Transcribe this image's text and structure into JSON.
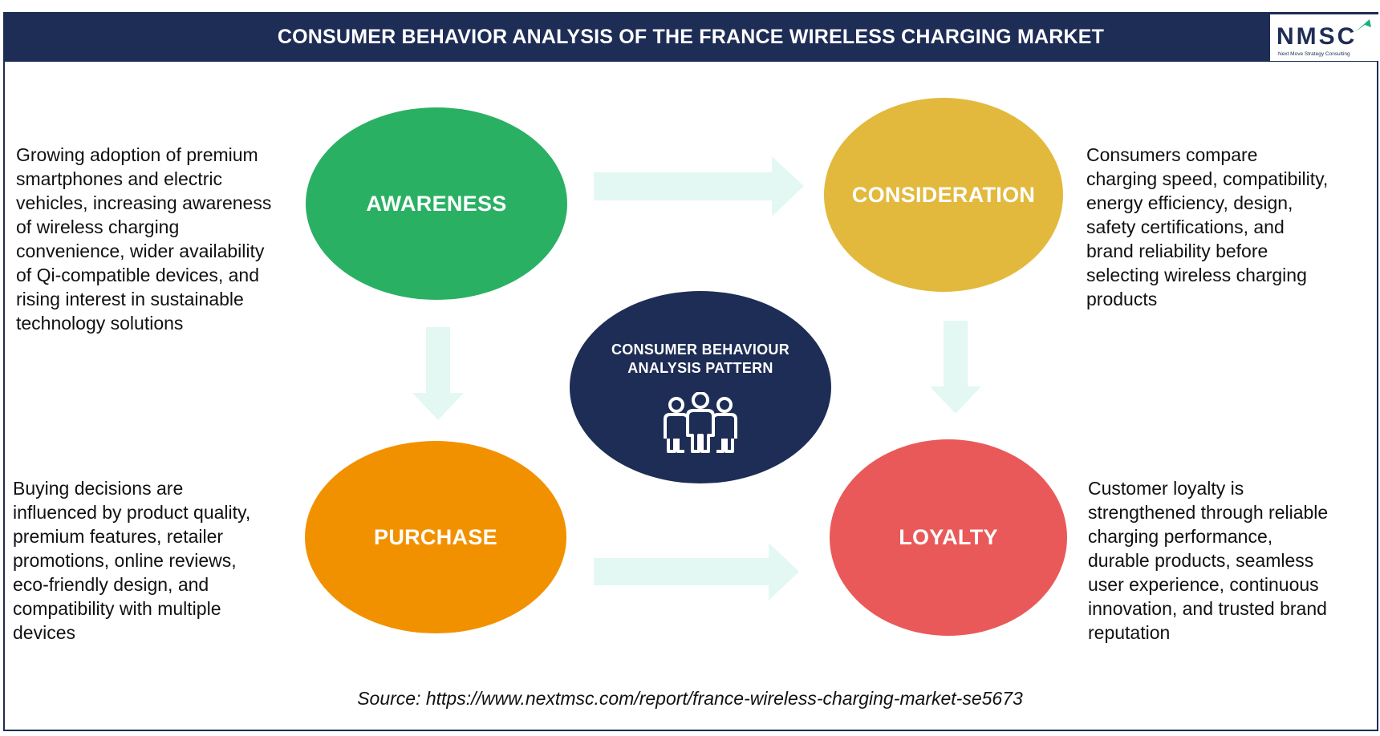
{
  "header": {
    "title": "CONSUMER BEHAVIOR ANALYSIS OF THE FRANCE WIRELESS CHARGING MARKET",
    "logo_text": "NMSC",
    "logo_tagline": "Next Move Strategy Consulting"
  },
  "colors": {
    "navy": "#1e2d55",
    "awareness": "#2ab063",
    "consideration": "#e2b93d",
    "purchase": "#f29100",
    "loyalty": "#ea5959",
    "arrow": "#e3f8f2"
  },
  "stages": {
    "awareness": {
      "label": "AWARENESS",
      "description": "Growing adoption of premium\nsmartphones and electric\nvehicles, increasing awareness\nof wireless charging\nconvenience, wider availability\nof Qi-compatible devices, and\nrising interest in sustainable\ntechnology solutions"
    },
    "consideration": {
      "label": "CONSIDERATION",
      "description": "Consumers compare\ncharging speed, compatibility,\nenergy efficiency, design,\nsafety certifications, and\nbrand reliability before\nselecting wireless charging\nproducts"
    },
    "purchase": {
      "label": "PURCHASE",
      "description": "Buying decisions are\ninfluenced by product quality,\npremium features, retailer\npromotions, online reviews,\neco-friendly design, and\ncompatibility with multiple\ndevices"
    },
    "loyalty": {
      "label": "LOYALTY",
      "description": "Customer loyalty is\nstrengthened through reliable\ncharging performance,\ndurable products, seamless\nuser experience, continuous\ninnovation, and trusted brand\nreputation"
    }
  },
  "center": {
    "label": "CONSUMER BEHAVIOUR\nANALYSIS PATTERN",
    "icon": "team-icon"
  },
  "source": "Source: https://www.nextmsc.com/report/france-wireless-charging-market-se5673"
}
